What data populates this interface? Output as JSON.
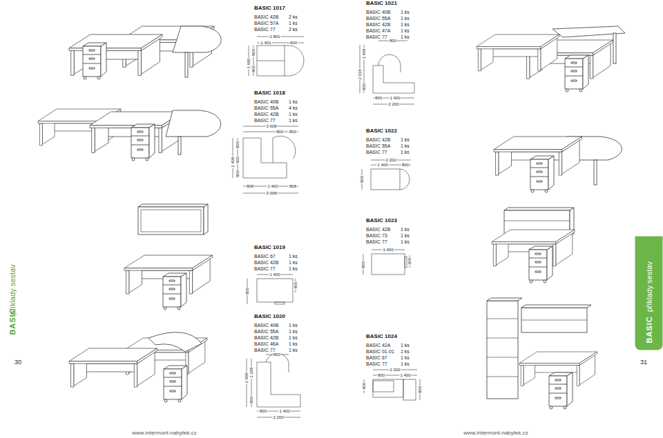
{
  "diagram": {
    "nodes": [
      {
        "text": [
          "BASIC",
          "příklady sestav"
        ]
      }
    ],
    "labels": [
      "BASIC 1017",
      "BASIC 42B",
      "2 ks",
      "BASIC 57A",
      "1 ks",
      "BASIC 77",
      "2 ks",
      "2 801",
      "1 401",
      "600",
      "1 600",
      "800",
      "800",
      "BASIC 1018",
      "BASIC 40B",
      "1 ks",
      "BASIC 55A",
      "4 ks",
      "BASIC 42B",
      "1 ks",
      "BASIC 77",
      "1 ks",
      "3 008",
      "800",
      "800",
      "800",
      "2 408",
      "600",
      "800",
      "808",
      "1 400",
      "808",
      "3 008",
      "BASIC 1019",
      "BASIC 67",
      "1 ks",
      "BASIC 42B",
      "1 ks",
      "BASIC 77",
      "1 ks",
      "1 400",
      "800",
      "400",
      "BASIC 1020",
      "BASIC 40B",
      "1 ks",
      "BASIC 55A",
      "1 ks",
      "BASIC 42B",
      "1 ks",
      "BASIC 46A",
      "1 ks",
      "BASIC 77",
      "1 ks",
      "800",
      "2 008",
      "1 208",
      "800",
      "800",
      "1 400",
      "2 200",
      "BASIC",
      "příklady sestav",
      "30",
      "www.intermont-nabytek.cz",
      "BASIC 1021",
      "BASIC 40B",
      "1 ks",
      "BASIC 55A",
      "1 ks",
      "BASIC 42B",
      "1 ks",
      "BASIC 47A",
      "1 ks",
      "BASIC 77",
      "1 ks",
      "800",
      "1 408",
      "2 018",
      "800",
      "800",
      "1 400",
      "2 200",
      "BASIC 1022",
      "BASIC 42B",
      "1 ks",
      "BASIC 55A",
      "1 ks",
      "BASIC 77",
      "1 ks",
      "2 202",
      "1 400",
      "800",
      "800",
      "BASIC 1023",
      "BASIC 42B",
      "1 ks",
      "BASIC 73",
      "1 ks",
      "BASIC 77",
      "1 ks",
      "1 400",
      "800",
      "300",
      "BASIC 1024",
      "BASIC 42A",
      "1 ks",
      "BASIC 01-01",
      "1 ks",
      "BASIC 67",
      "1 ks",
      "BASIC 77",
      "1 ks",
      "2 202",
      "800",
      "1 400",
      "400",
      "800",
      "31",
      "www.intermont-nabytek.cz"
    ]
  }
}
